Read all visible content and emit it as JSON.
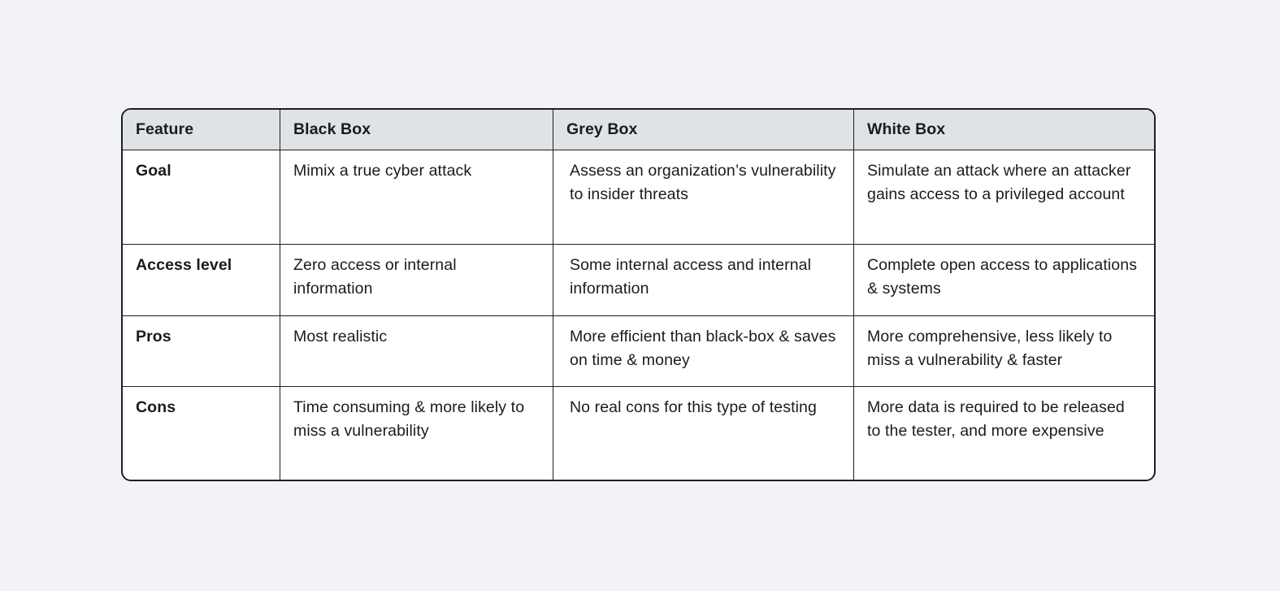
{
  "page": {
    "background_color": "#f1f3f6"
  },
  "colors": {
    "header_bg": "#e0e3e6",
    "border": "#1f1f1f",
    "cell_bg": "#ffffff",
    "text": "#1b1b1b"
  },
  "table": {
    "columns": [
      "Feature",
      "Black Box",
      "Grey Box",
      "White Box"
    ],
    "rows": [
      [
        "Goal",
        "Mimix a true cyber attack",
        "Assess an organization’s vulnerability to insider threats",
        "Simulate an attack where an attacker gains access to a privileged account"
      ],
      [
        "Access level",
        "Zero access or internal information",
        "Some internal access and internal information",
        "Complete open access to applications & systems"
      ],
      [
        "Pros",
        "Most realistic",
        "More efficient than black-box & saves on time & money",
        "More comprehensive, less likely to miss a vulnerability & faster"
      ],
      [
        "Cons",
        "Time consuming & more likely to miss a vulnerability",
        "No real cons for this type of testing",
        "More data is required to be released to the tester, and more expensive"
      ]
    ]
  }
}
